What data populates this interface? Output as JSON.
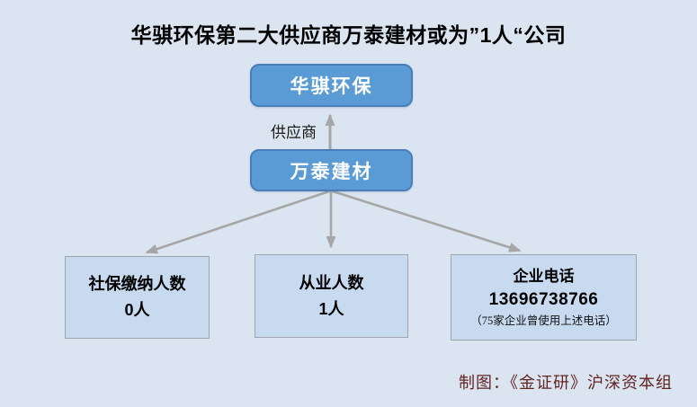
{
  "title": "华骐环保第二大供应商万泰建材或为”1人“公司",
  "colors": {
    "background": "#dbe5f1",
    "node_fill": "#5b9bd5",
    "node_border": "#4a7ebb",
    "leaf_fill": "#c8daf0",
    "leaf_border": "#9fa5ad",
    "arrow": "#a6a6a6",
    "caption": "#632423"
  },
  "nodes": {
    "parent": "华骐环保",
    "supplier": "万泰建材"
  },
  "edge_label": "供应商",
  "leaves": [
    {
      "lines": [
        "社保缴纳人数",
        "0人"
      ]
    },
    {
      "lines": [
        "从业人数",
        "1人"
      ]
    },
    {
      "lines": [
        "企业电话",
        "13696738766",
        "（75家企业曾使用上述电话）"
      ]
    }
  ],
  "caption": "制图：《金证研》沪深资本组"
}
